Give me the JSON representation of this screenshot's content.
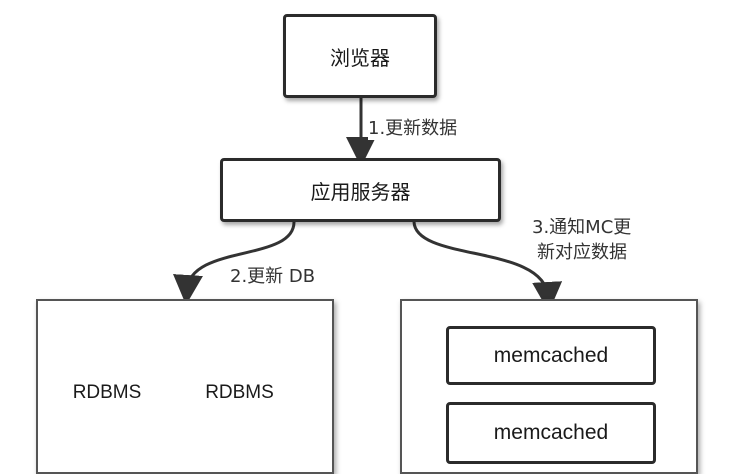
{
  "nodes": {
    "browser": "浏览器",
    "app_server": "应用服务器"
  },
  "edges": {
    "browser_to_app": "1.更新数据",
    "app_to_db": "2.更新 DB",
    "app_to_mc_line1": "3.通知MC更",
    "app_to_mc_line2": "新对应数据"
  },
  "db_group": {
    "cylinders": [
      "RDBMS",
      "RDBMS"
    ]
  },
  "cache_group": {
    "nodes": [
      "memcached",
      "memcached"
    ]
  },
  "colors": {
    "stroke": "#2b2b2b",
    "background": "#ffffff"
  }
}
